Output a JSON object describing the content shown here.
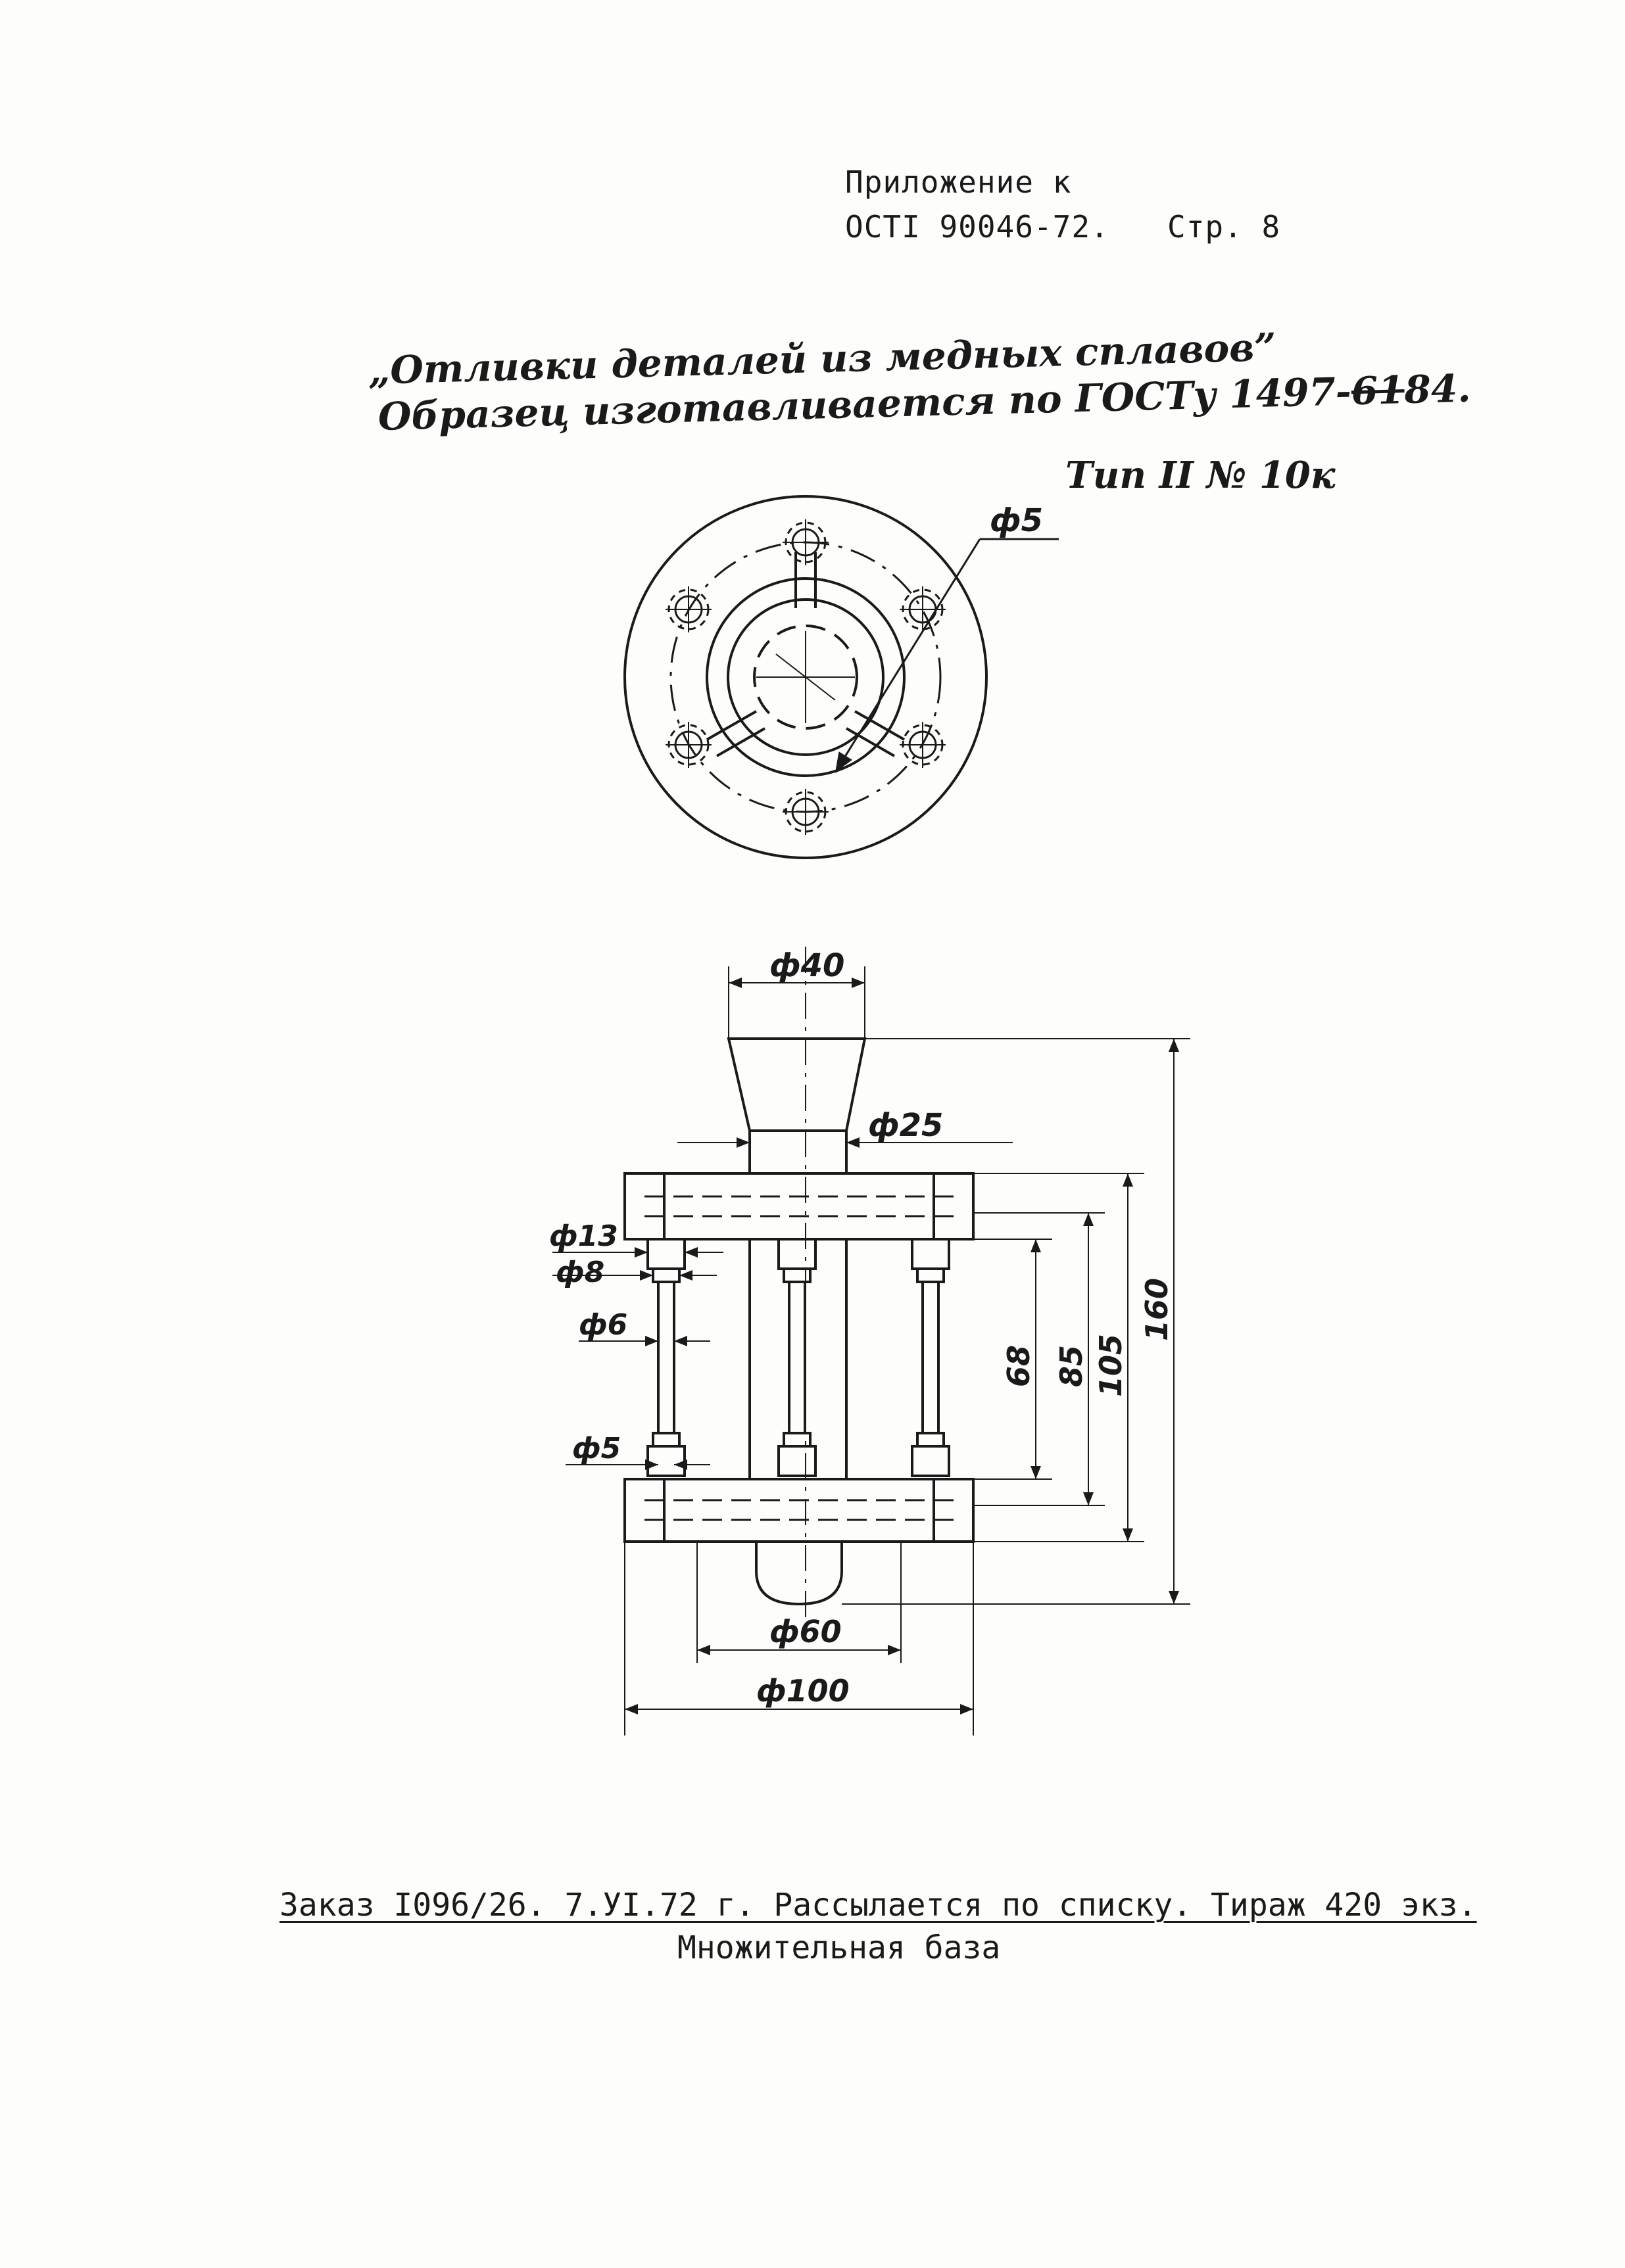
{
  "header": {
    "line1": "Приложение к",
    "doc_code": "ОСТI 90046-72.",
    "page_ref": "Стр. 8"
  },
  "title": {
    "line1": "„Отливки деталей из медных сплавов”",
    "line2_a": "Образец изготавливается по ГОСТу 1497-",
    "line2_struck": "61",
    "line2_b": "84.",
    "line3": "Тип II № 10к"
  },
  "top_view": {
    "hole_dim": "ф5"
  },
  "side_view": {
    "dims": {
      "d40": "ф40",
      "d25": "ф25",
      "d13": "ф13",
      "d8": "ф8",
      "d6": "ф6",
      "d5": "ф5",
      "h68": "68",
      "h85": "85",
      "h105": "105",
      "h160": "160",
      "d60": "ф60",
      "d100": "ф100"
    }
  },
  "footer": {
    "line1": "Заказ I096/26. 7.УI.72 г. Рассылается по списку. Тираж 420 экз.",
    "line2": "Множительная база"
  }
}
